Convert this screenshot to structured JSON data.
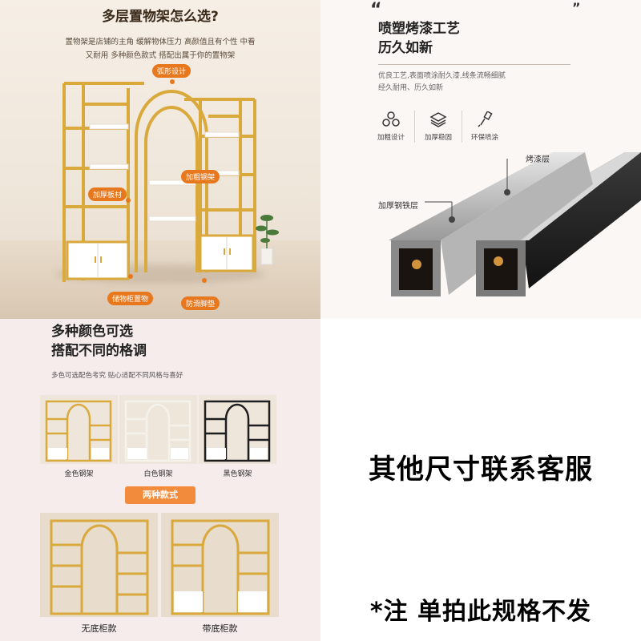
{
  "panel1": {
    "title": "多层置物架怎么选?",
    "desc_line1": "置物架是店铺的主角 缓解物体压力 高颜值且有个性 中看",
    "desc_line2": "又耐用 多种颜色款式 搭配出属于你的置物架",
    "tags": {
      "arch": "弧形设计",
      "steel": "加粗钢架",
      "board": "加厚板材",
      "cabinet": "储物柜置物",
      "feet": "防滑脚垫"
    }
  },
  "panel2": {
    "quote_open": "“",
    "quote_close": "”",
    "title_line1": "喷塑烤漆工艺",
    "title_line2": "历久如新",
    "desc_line1": "优良工艺,表面喷涂耐久漆,线条流畅细腻",
    "desc_line2": "经久耐用、历久如新",
    "features": [
      "加粗设计",
      "加厚稳固",
      "环保喷涂"
    ],
    "callout_paint": "烤漆层",
    "callout_steel": "加厚钢铁层"
  },
  "panel3": {
    "title_line1": "多种颜色可选",
    "title_line2": "搭配不同的格调",
    "desc": "多色可选配色考究 贴心适配不同风格与喜好",
    "colors": [
      "金色钢架",
      "白色钢架",
      "黑色钢架"
    ],
    "styles_tag": "两种款式",
    "styles": [
      "无底柜款",
      "带底柜款"
    ]
  },
  "panel4": {
    "main_text": "其他尺寸联系客服",
    "note": "*注 单拍此规格不发"
  },
  "colors": {
    "gold": "#d9a93c",
    "orange": "#e8781e",
    "black": "#1e1e1e"
  }
}
